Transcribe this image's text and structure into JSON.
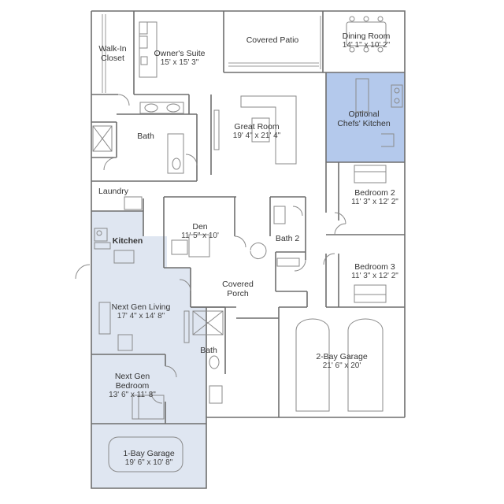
{
  "colors": {
    "wall": "#6e6e6e",
    "fixture": "#8a8a8a",
    "next_gen_fill": "#dfe6f1",
    "chefs_kitchen_fill": "#b4c9ec",
    "background": "#ffffff"
  },
  "rooms": {
    "walk_in_closet": "Walk-In\nCloset",
    "owners_suite": {
      "name": "Owner's Suite",
      "dim": "15' x 15' 3\""
    },
    "covered_patio": {
      "name": "Covered Patio"
    },
    "dining_room": {
      "name": "Dining Room",
      "dim": "14' 1\" x 10' 2\""
    },
    "optional_kitchen": {
      "name": "Optional\nChefs' Kitchen"
    },
    "great_room": {
      "name": "Great Room",
      "dim": "19' 4\" x 21' 4\""
    },
    "bath_owner": {
      "name": "Bath"
    },
    "laundry": {
      "name": "Laundry"
    },
    "bedroom2": {
      "name": "Bedroom 2",
      "dim": "11' 3\" x 12' 2\""
    },
    "den": {
      "name": "Den",
      "dim": "11' 5\" x 10'"
    },
    "bath2": {
      "name": "Bath 2"
    },
    "kitchen": {
      "name": "Kitchen"
    },
    "bedroom3": {
      "name": "Bedroom 3",
      "dim": "11' 3\" x 12' 2\""
    },
    "covered_porch": {
      "name": "Covered\nPorch"
    },
    "next_gen_living": {
      "name": "Next Gen Living",
      "dim": "17' 4\" x 14' 8\""
    },
    "bath_next_gen": {
      "name": "Bath"
    },
    "garage2": {
      "name": "2-Bay Garage",
      "dim": "21' 6\" x 20'"
    },
    "next_gen_bedroom": {
      "name": "Next Gen\nBedroom",
      "dim": "13' 6\" x 11' 8\""
    },
    "garage1": {
      "name": "1-Bay Garage",
      "dim": "19' 6\" x 10' 8\""
    }
  }
}
